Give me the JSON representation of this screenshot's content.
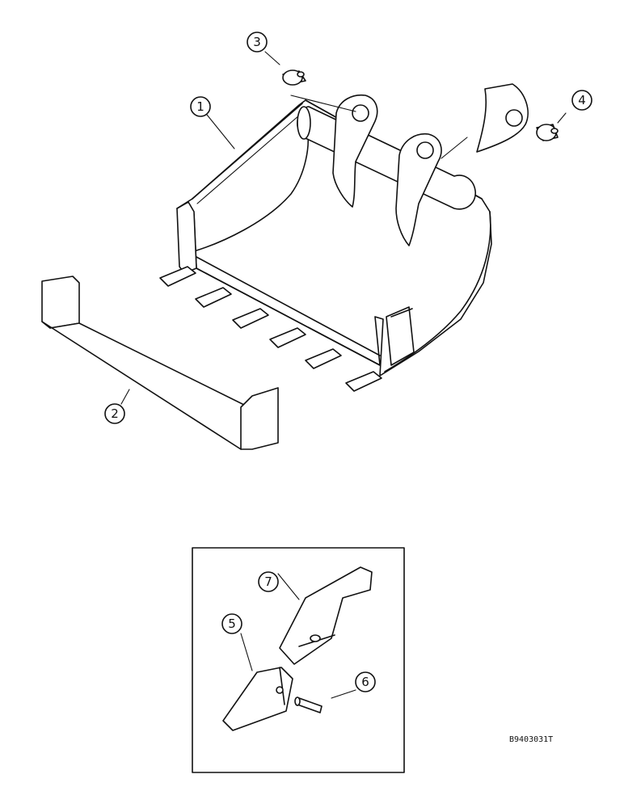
{
  "callouts": {
    "c1": "1",
    "c2": "2",
    "c3": "3",
    "c4": "4",
    "c5": "5",
    "c6": "6",
    "c7": "7"
  },
  "reference_code": "B9403031T",
  "colors": {
    "ink": "#111111",
    "paper": "#ffffff"
  }
}
